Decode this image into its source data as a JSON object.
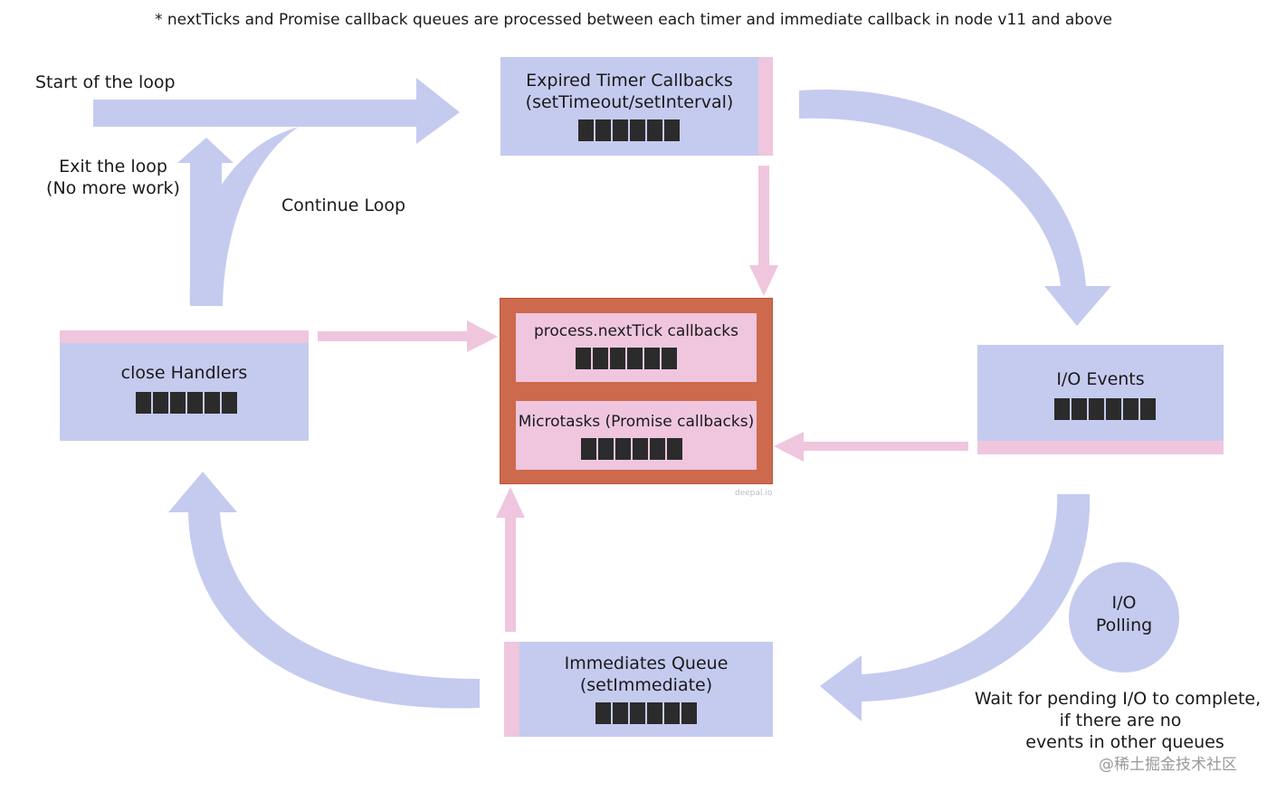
{
  "note": "* nextTicks and Promise callback queues are processed between each timer and immediate callback in node v11 and above",
  "labels": {
    "start": "Start of the loop",
    "exit_line1": "Exit the loop",
    "exit_line2": "(No more work)",
    "continue": "Continue Loop"
  },
  "phases": {
    "timers": {
      "line1": "Expired Timer Callbacks",
      "line2": "(setTimeout/setInterval)"
    },
    "io": {
      "line1": "I/O Events"
    },
    "immediates": {
      "line1": "Immediates Queue",
      "line2": "(setImmediate)"
    },
    "close": {
      "line1": "close Handlers"
    }
  },
  "micro": {
    "next_tick": "process.nextTick callbacks",
    "promises": "Microtasks (Promise callbacks)",
    "credit": "deepal.io"
  },
  "polling": {
    "line1": "I/O",
    "line2": "Polling",
    "wait1": "Wait for pending I/O to complete,",
    "wait2": "if there are no",
    "wait3": "events in other queues"
  },
  "watermark": "@稀土掘金技术社区",
  "colors": {
    "phase": "#c5cbef",
    "accent": "#efc6de",
    "micro_container": "#cd6a4d",
    "queue_slot": "#2b2b2b"
  }
}
